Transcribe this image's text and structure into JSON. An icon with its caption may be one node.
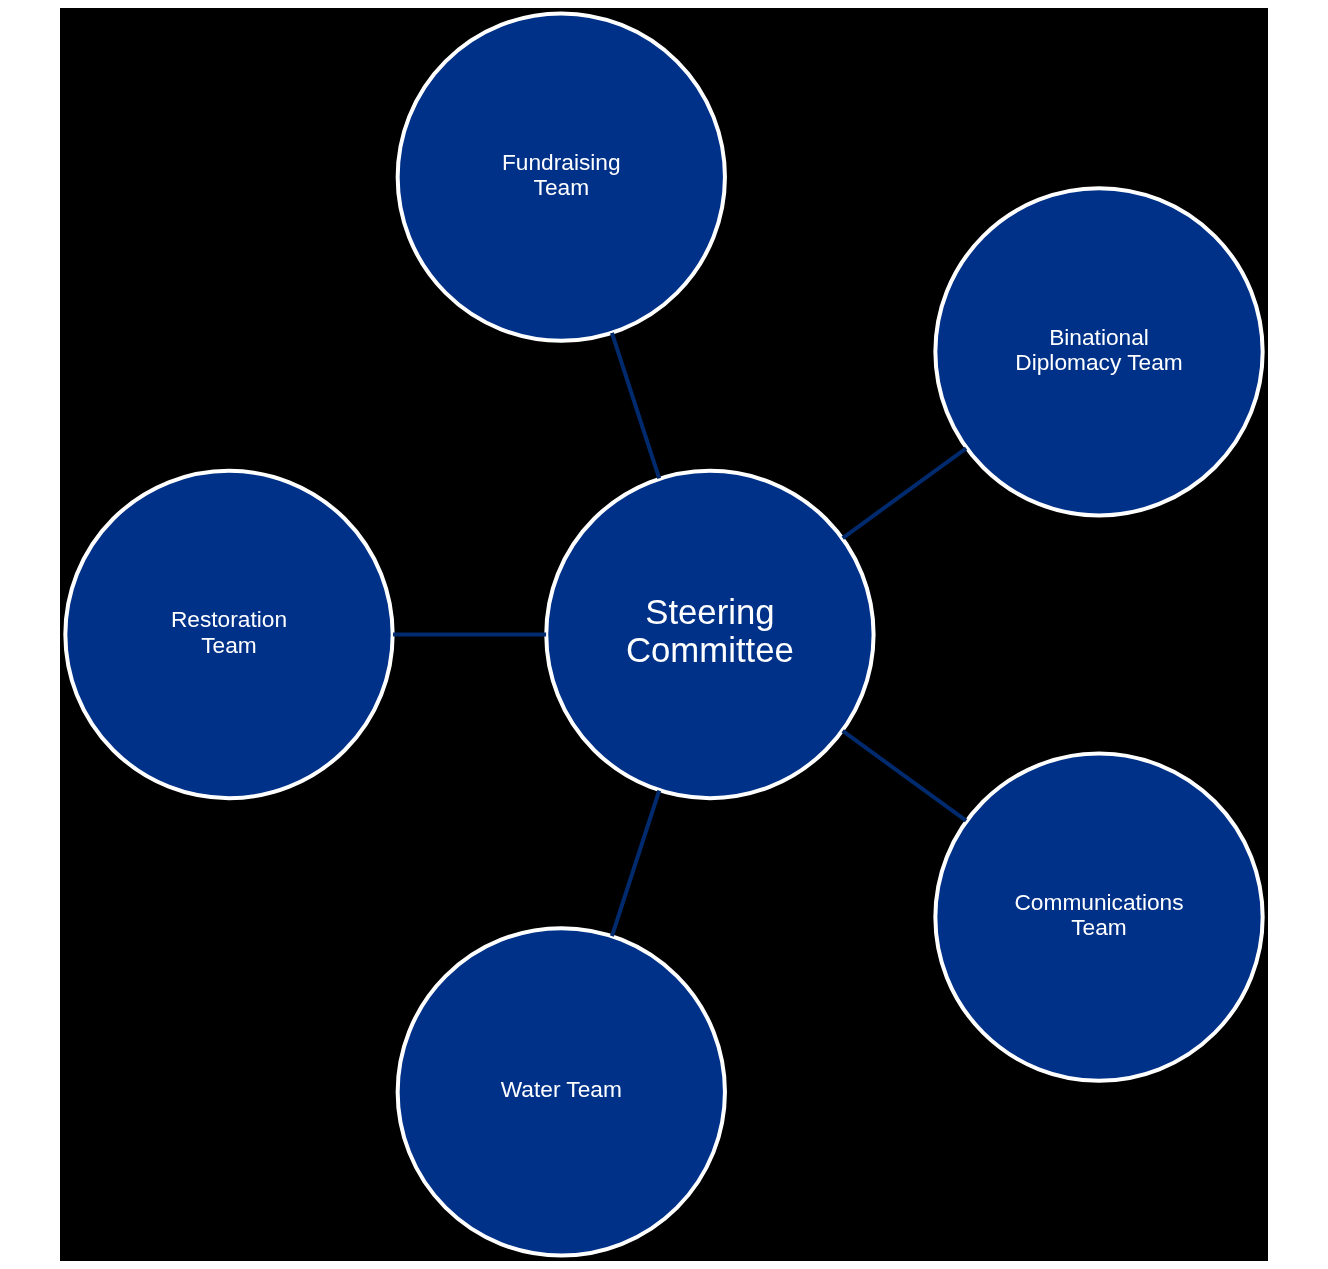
{
  "diagram": {
    "nodes": [
      {
        "text": [
          "Steering Committee"
        ]
      },
      {
        "text": [
          "Binational Diplomacy Team"
        ]
      },
      {
        "text": [
          "Fundraising Team"
        ]
      },
      {
        "text": [
          "Restoration Team"
        ]
      },
      {
        "text": [
          "Water Team"
        ]
      },
      {
        "text": [
          "Communications Team"
        ]
      }
    ],
    "edges": [
      {
        "from": 0,
        "to": 1,
        "arrow": "none"
      },
      {
        "from": 0,
        "to": 2,
        "arrow": "none"
      },
      {
        "from": 0,
        "to": 3,
        "arrow": "none"
      },
      {
        "from": 0,
        "to": 4,
        "arrow": "none"
      },
      {
        "from": 0,
        "to": 5,
        "arrow": "none"
      }
    ]
  }
}
